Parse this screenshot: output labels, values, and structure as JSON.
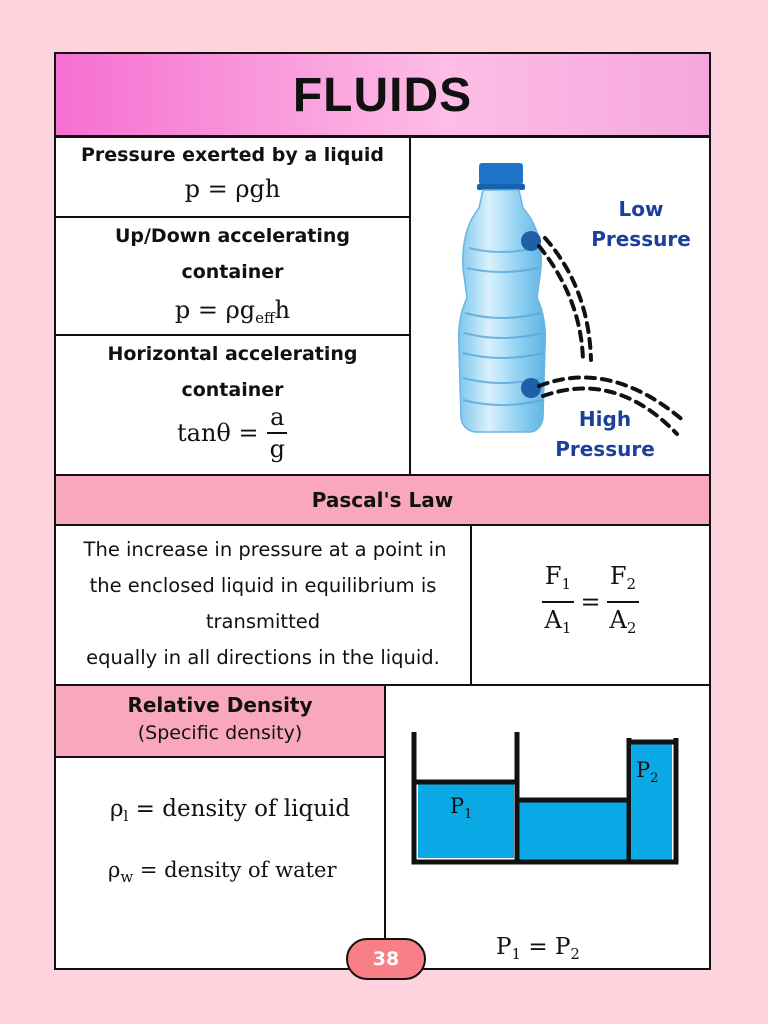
{
  "title": "FLUIDS",
  "sections": {
    "liquid_pressure": {
      "heading": "Pressure exerted by a liquid",
      "formula": "p = ρgh"
    },
    "vertical_accel": {
      "heading_line1": "Up/Down accelerating",
      "heading_line2": "container",
      "formula_main": "p = ρg",
      "formula_sub": "eff",
      "formula_end": "h"
    },
    "horizontal_accel": {
      "heading_line1": "Horizontal accelerating",
      "heading_line2": "container",
      "formula_lhs": "tanθ =",
      "numerator": "a",
      "denominator": "g"
    },
    "bottle_figure": {
      "low_label_1": "Low",
      "low_label_2": "Pressure",
      "high_label_1": "High",
      "high_label_2": "Pressure"
    },
    "pascal": {
      "heading": "Pascal's Law",
      "text_lines": [
        "The increase in pressure at a point in",
        "the enclosed liquid in equilibrium is",
        "transmitted",
        "equally in all directions in the liquid."
      ],
      "f1": "F",
      "f1_sub": "1",
      "a1": "A",
      "a1_sub": "1",
      "f2": "F",
      "f2_sub": "2",
      "a2": "A",
      "a2_sub": "2",
      "equals": "="
    },
    "relative_density": {
      "heading": "Relative Density",
      "subheading": "(Specific density)",
      "rho_l": "ρ",
      "rho_l_sub": "l",
      "rho_l_text": " = density of liquid",
      "rho_w": "ρ",
      "rho_w_sub": "w",
      "rho_w_text": " = density of water"
    },
    "vessel_figure": {
      "p1_label": "P",
      "p1_sub": "1",
      "p2_label": "P",
      "p2_sub": "2",
      "eq_p1": "P",
      "eq_p1_sub": "1",
      "eq_mid": " = ",
      "eq_p2": "P",
      "eq_p2_sub": "2"
    }
  },
  "page_number": "38",
  "colors": {
    "background": "#fdd3de",
    "section_header": "#f9a7bd",
    "label_blue": "#1b3f9a",
    "water": "#0aa9e6",
    "page_pill": "#f77f85"
  }
}
